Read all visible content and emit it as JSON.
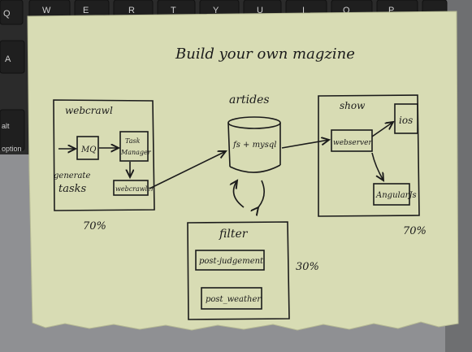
{
  "keyboard": {
    "keys": [
      "Q",
      "W",
      "E",
      "R",
      "T",
      "Y",
      "U",
      "I",
      "O",
      "P",
      "A",
      "alt",
      "option"
    ]
  },
  "sketch": {
    "title": "Build your own magzine",
    "webcrawl": {
      "label": "webcrawl",
      "mq": "MQ",
      "task_manager_line1": "Task",
      "task_manager_line2": "Manager",
      "webcrawler": "webcrawler",
      "generate_line1": "generate",
      "generate_line2": "tasks",
      "percent": "70%"
    },
    "articles": {
      "label": "artides",
      "db": "fs + mysql"
    },
    "show": {
      "label": "show",
      "webserver": "webserver",
      "ios": "ios",
      "angular": "AngularJs",
      "percent": "70%"
    },
    "filter": {
      "label": "filter",
      "post_judgement": "post-judgement",
      "post_weather": "post_weather",
      "percent": "30%"
    }
  },
  "colors": {
    "paper": "#d8dcb4",
    "ink": "#1b1b1b",
    "keyboard": "#2b2b2b",
    "laptop": "#8f9093"
  }
}
